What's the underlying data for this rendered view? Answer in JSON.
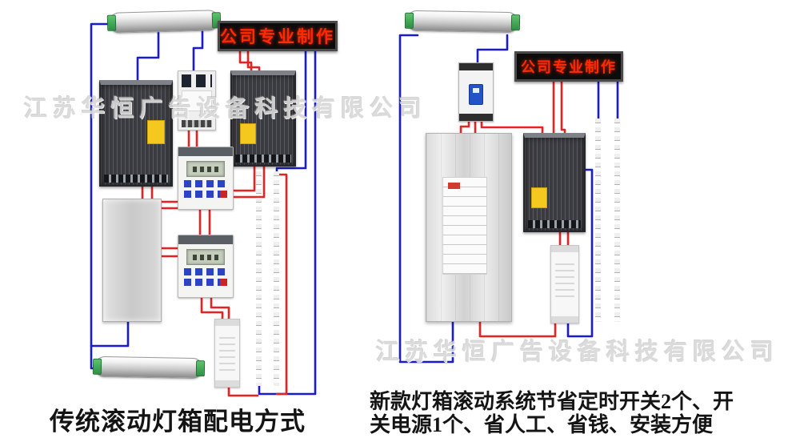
{
  "watermark": {
    "text": "江苏华恒广告设备科技有限公司"
  },
  "led_sign": {
    "text": "公司专业制作"
  },
  "left_diagram": {
    "caption": "传统滚动灯箱配电方式"
  },
  "right_diagram": {
    "caption_line1": "新款灯箱滚动系统节省定时开关2个、开",
    "caption_line2": "关电源1个、省人工、省钱、安装方便"
  },
  "colors": {
    "wire_blue": "#1a1ad2",
    "wire_red": "#e62222",
    "led_red": "#ff2a00"
  }
}
